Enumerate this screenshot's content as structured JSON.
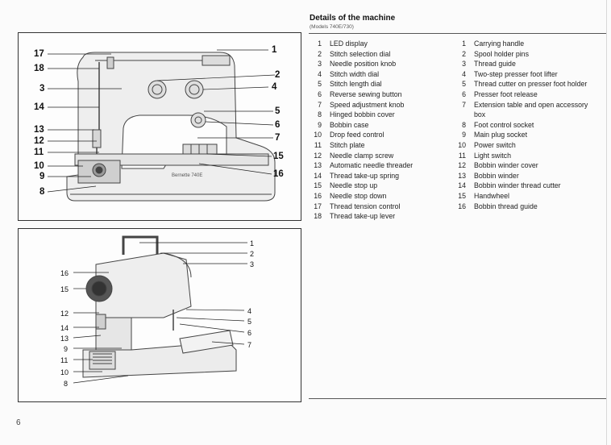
{
  "header": {
    "title": "Details of the machine",
    "subtitle": "(Models 740E/730)"
  },
  "front_parts": [
    {
      "num": "1",
      "label": "LED display"
    },
    {
      "num": "2",
      "label": "Stitch selection dial"
    },
    {
      "num": "3",
      "label": "Needle position knob"
    },
    {
      "num": "4",
      "label": "Stitch width dial"
    },
    {
      "num": "5",
      "label": "Stitch length dial"
    },
    {
      "num": "6",
      "label": "Reverse sewing button"
    },
    {
      "num": "7",
      "label": "Speed adjustment knob"
    },
    {
      "num": "8",
      "label": "Hinged bobbin cover"
    },
    {
      "num": "9",
      "label": "Bobbin case"
    },
    {
      "num": "10",
      "label": "Drop feed control"
    },
    {
      "num": "11",
      "label": "Stitch plate"
    },
    {
      "num": "12",
      "label": "Needle clamp screw"
    },
    {
      "num": "13",
      "label": "Automatic needle threader"
    },
    {
      "num": "14",
      "label": "Thread take-up spring"
    },
    {
      "num": "15",
      "label": "Needle stop up"
    },
    {
      "num": "16",
      "label": "Needle stop down"
    },
    {
      "num": "17",
      "label": "Thread tension control"
    },
    {
      "num": "18",
      "label": "Thread take-up lever"
    }
  ],
  "back_parts": [
    {
      "num": "1",
      "label": "Carrying handle"
    },
    {
      "num": "2",
      "label": "Spool holder pins"
    },
    {
      "num": "3",
      "label": "Thread guide"
    },
    {
      "num": "4",
      "label": "Two-step presser foot lifter"
    },
    {
      "num": "5",
      "label": "Thread cutter on presser foot holder"
    },
    {
      "num": "6",
      "label": "Presser foot release"
    },
    {
      "num": "7",
      "label": "Extension table and open accessory box"
    },
    {
      "num": "8",
      "label": "Foot control socket"
    },
    {
      "num": "9",
      "label": "Main plug socket"
    },
    {
      "num": "10",
      "label": "Power switch"
    },
    {
      "num": "11",
      "label": "Light switch"
    },
    {
      "num": "12",
      "label": "Bobbin winder cover"
    },
    {
      "num": "13",
      "label": "Bobbin winder"
    },
    {
      "num": "14",
      "label": "Bobbin winder thread cutter"
    },
    {
      "num": "15",
      "label": "Handwheel"
    },
    {
      "num": "16",
      "label": "Bobbin thread guide"
    }
  ],
  "figure1": {
    "left_callouts": [
      "17",
      "18",
      "3",
      "14",
      "13",
      "12",
      "11",
      "10",
      "9",
      "8"
    ],
    "right_callouts": [
      "1",
      "2",
      "4",
      "5",
      "6",
      "7",
      "15",
      "16"
    ],
    "brand_text": "Bernette 740E"
  },
  "figure2": {
    "left_callouts": [
      "16",
      "15",
      "12",
      "14",
      "13",
      "9",
      "11",
      "10",
      "8"
    ],
    "right_callouts": [
      "1",
      "2",
      "3",
      "4",
      "5",
      "6",
      "7"
    ]
  },
  "footer": {
    "page_number": "6"
  }
}
